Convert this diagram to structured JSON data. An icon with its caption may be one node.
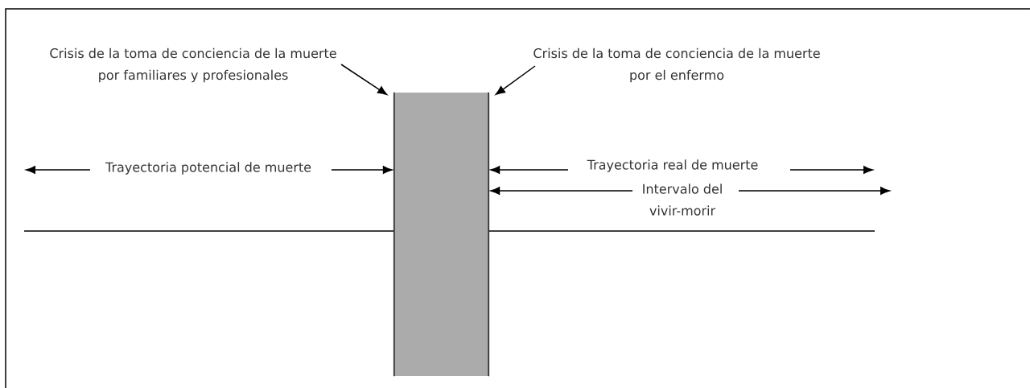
{
  "diagram": {
    "nodes": [
      {
        "text": [
          "Crisis de la toma de conciencia de la muerte por familiares y profesionales"
        ]
      },
      {
        "text": [
          "Crisis de la toma de conciencia de la muerte por el enfermo"
        ]
      },
      {
        "text": [],
        "shape": "bar"
      },
      {
        "text": [
          "Trayectoria potencial de muerte"
        ]
      },
      {
        "text": [
          "Trayectoria real de muerte"
        ]
      },
      {
        "text": [
          "Intervalo del vivir-morir"
        ]
      }
    ],
    "edges": [
      {
        "from": 0,
        "to": 2,
        "arrow": "to"
      },
      {
        "from": 1,
        "to": 2,
        "arrow": "to"
      },
      {
        "from": 3,
        "to": null,
        "arrow": "to"
      },
      {
        "from": 3,
        "to": 2,
        "arrow": "to"
      },
      {
        "from": 4,
        "to": 2,
        "arrow": "to"
      },
      {
        "from": 4,
        "to": null,
        "arrow": "to"
      },
      {
        "from": 5,
        "to": 2,
        "arrow": "to"
      },
      {
        "from": 5,
        "to": null,
        "arrow": "to"
      }
    ]
  }
}
